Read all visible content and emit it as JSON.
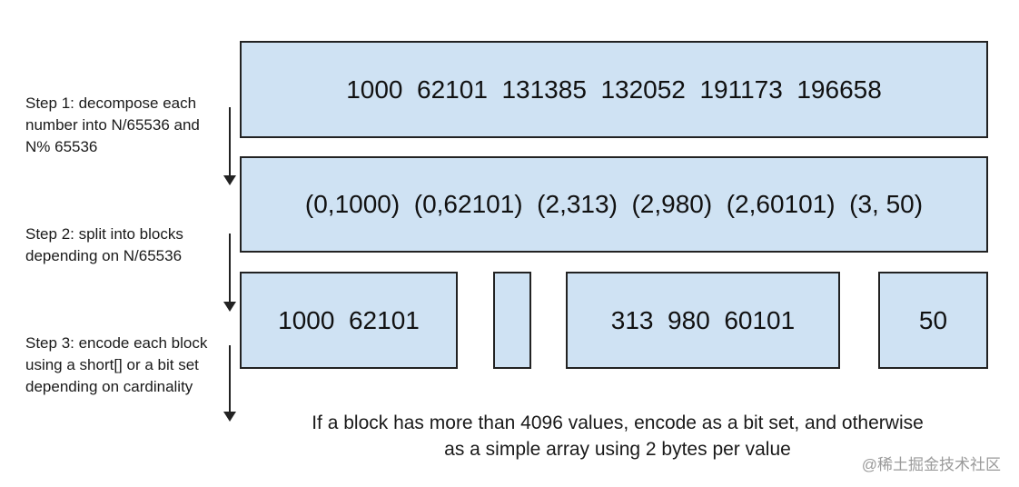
{
  "steps": [
    {
      "text": "Step 1: decompose each number into N/65536 and N% 65536"
    },
    {
      "text": "Step 2: split into blocks depending on N/65536"
    },
    {
      "text": "Step 3: encode each block using a short[] or a bit set depending on cardinality"
    }
  ],
  "rows": {
    "numbers": "1000  62101  131385  132052  191173  196658",
    "pairs": "(0,1000)  (0,62101)  (2,313)  (2,980)  (2,60101)  (3, 50)",
    "blocks": [
      "1000  62101",
      "",
      "313  980  60101",
      "50"
    ]
  },
  "footnote": {
    "line1": "If a block has more than 4096 values, encode as a bit set, and otherwise",
    "line2": "as a simple array using 2 bytes per value"
  },
  "watermark": "@稀土掘金技术社区",
  "colors": {
    "box_fill": "#cfe2f3",
    "box_border": "#222222"
  }
}
